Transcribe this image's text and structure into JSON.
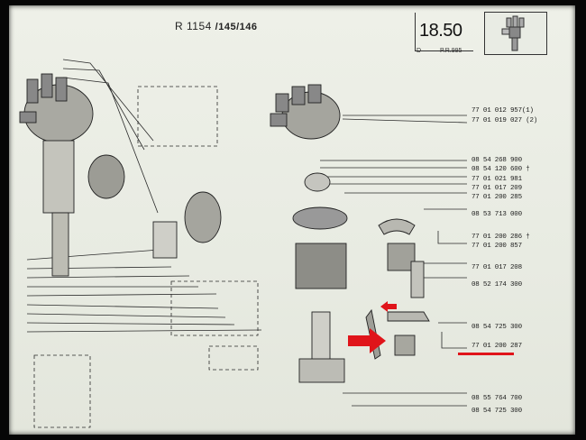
{
  "header": {
    "model_prefix": "R 1154",
    "model_suffix": "/145/146",
    "page_number_main": "18",
    "page_number_sub": ".50",
    "page_label_d": "D",
    "page_label_pr": "P.R.995"
  },
  "part_numbers": [
    "77 01 012 957(1)",
    "77 01 019 027 (2)",
    "08 54 268 900",
    "08 54 120 600 †",
    "77 01 021 981",
    "77 01 017 209",
    "77 01 200 285",
    "08 53 713 000",
    "77 01 200 286 †",
    "77 01 200 857",
    "77 01 017 208",
    "08 52 174 300",
    "08 54 725 300",
    "77 01 200 287",
    "08 55 764 700",
    "08 54 725 300"
  ],
  "highlight": {
    "color": "#e0141a",
    "highlighted_part": "77 01 200 287"
  }
}
